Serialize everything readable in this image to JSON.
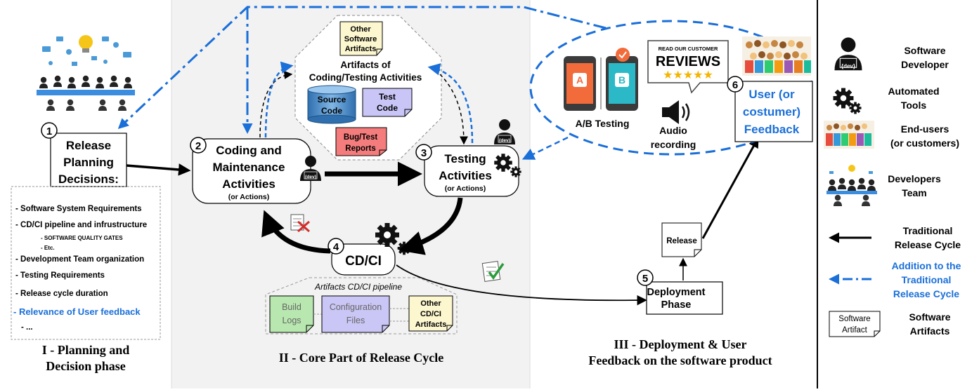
{
  "sections": {
    "planning": "I - Planning and",
    "planning2": "Decision phase",
    "core": "II - Core Part of Release Cycle",
    "deploy": "III - Deployment & User",
    "deploy2": "Feedback on the software product"
  },
  "nodes": {
    "release_planning": {
      "number": "1",
      "line1": "Release",
      "line2": "Planning",
      "line3": "Decisions:"
    },
    "coding": {
      "number": "2",
      "line1": "Coding and",
      "line2": "Maintenance",
      "line3": "Activities",
      "sub": "(or Actions)"
    },
    "testing": {
      "number": "3",
      "line1": "Testing",
      "line2": "Activities",
      "sub": "(or Actions)"
    },
    "cdci": {
      "number": "4",
      "label": "CD/CI"
    },
    "deployment": {
      "number": "5",
      "line1": "Deployment",
      "line2": "Phase"
    },
    "feedback": {
      "number": "6",
      "line1": "User (or",
      "line2": "costumer)",
      "line3": "Feedback"
    }
  },
  "planning_items": [
    {
      "text": "- Software System Requirements",
      "highlight": false
    },
    {
      "text": "- CD/CI pipeline and infrustructure",
      "highlight": false
    },
    {
      "text": "- SOFTWARE QUALITY GATES",
      "highlight": false
    },
    {
      "text": "- Etc.",
      "highlight": false
    },
    {
      "text": "- Development Team organization",
      "highlight": false
    },
    {
      "text": "- Testing Requirements",
      "highlight": false
    },
    {
      "text": "- Release cycle duration",
      "highlight": false
    },
    {
      "text": "- Relevance of User feedback",
      "highlight": true
    },
    {
      "text": "- ...",
      "highlight": false
    }
  ],
  "artifacts_top": {
    "title1": "Artifacts of",
    "title2": "Coding/Testing Activities",
    "other1": "Other",
    "other2": "Software",
    "other3": "Artifacts",
    "source1": "Source",
    "source2": "Code",
    "test1": "Test",
    "test2": "Code",
    "bug1": "Bug/Test",
    "bug2": "Reports"
  },
  "artifacts_pipeline": {
    "title": "Artifacts CD/CI pipeline",
    "build1": "Build",
    "build2": "Logs",
    "config1": "Configuration",
    "config2": "Files",
    "other1": "Other",
    "other2": "CD/CI",
    "other3": "Artifacts"
  },
  "release_doc": "Release",
  "feedback_sources": {
    "ab_testing": "A/B Testing",
    "ab_a": "A",
    "ab_b": "B",
    "audio1": "Audio",
    "audio2": "recording",
    "reviews_top": "READ OUR CUSTOMER",
    "reviews_main": "REVIEWS",
    "stars": "★★★★★"
  },
  "dev_badge": "{dev}",
  "legend": [
    {
      "icon": "software-developer",
      "line1": "Software",
      "line2": "Developer"
    },
    {
      "icon": "automated-tools",
      "line1": "Automated",
      "line2": "Tools"
    },
    {
      "icon": "end-users",
      "line1": "End-users",
      "line2": "(or customers)"
    },
    {
      "icon": "developers-team",
      "line1": "Developers",
      "line2": "Team"
    },
    {
      "icon": "traditional-arrow",
      "line1": "Traditional",
      "line2": "Release Cycle"
    },
    {
      "icon": "addition-arrow",
      "line1": "Addition to the",
      "line2": "Traditional",
      "line3": "Release Cycle"
    },
    {
      "icon": "software-artifact",
      "line1": "Software",
      "line2": "Artifacts",
      "box1": "Software",
      "box2": "Artifact"
    }
  ],
  "colors": {
    "blue": "#1a6fd9",
    "source_code": "#4a90c8",
    "test_code": "#c9c6f7",
    "bug_report": "#f47c7c",
    "other_artifacts": "#fcf7cf",
    "build_logs": "#b8e8b0",
    "config_files": "#cac6f5",
    "panel_bg": "#f2f2f2"
  }
}
